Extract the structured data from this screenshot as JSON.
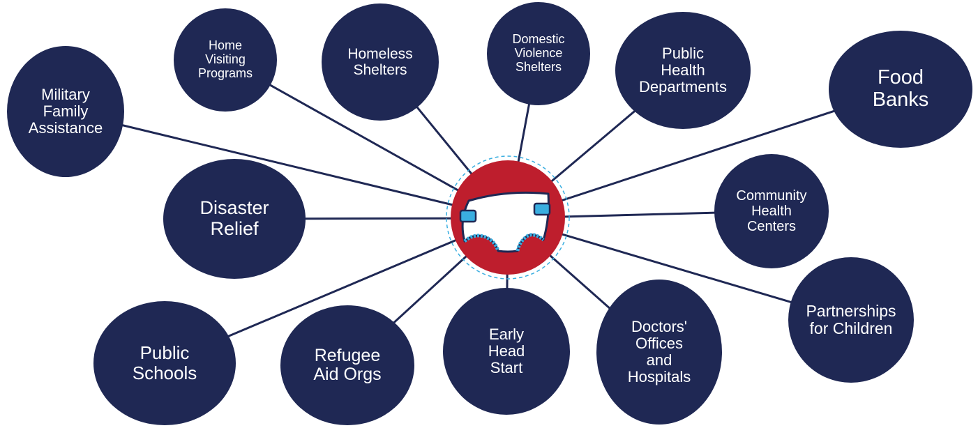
{
  "colors": {
    "node_fill": "#1f2854",
    "connector": "#1f2854",
    "hub_fill": "#be1e2d",
    "hub_ring": "#3aaee0",
    "diaper_fill": "#ffffff",
    "diaper_tab": "#3aaee0"
  },
  "hub": {
    "icon": "diaper-icon"
  },
  "nodes": [
    {
      "id": "military-family-assistance",
      "lines": [
        "Military",
        "Family",
        "Assistance"
      ]
    },
    {
      "id": "home-visiting-programs",
      "lines": [
        "Home",
        "Visiting",
        "Programs"
      ]
    },
    {
      "id": "homeless-shelters",
      "lines": [
        "Homeless",
        "Shelters"
      ]
    },
    {
      "id": "domestic-violence-shelters",
      "lines": [
        "Domestic",
        "Violence",
        "Shelters"
      ]
    },
    {
      "id": "public-health-departments",
      "lines": [
        "Public",
        "Health",
        "Departments"
      ]
    },
    {
      "id": "food-banks",
      "lines": [
        "Food",
        "Banks"
      ]
    },
    {
      "id": "community-health-centers",
      "lines": [
        "Community",
        "Health",
        "Centers"
      ]
    },
    {
      "id": "partnerships-for-children",
      "lines": [
        "Partnerships",
        "for Children"
      ]
    },
    {
      "id": "doctors-offices-hospitals",
      "lines": [
        "Doctors'",
        "Offices",
        "and",
        "Hospitals"
      ]
    },
    {
      "id": "early-head-start",
      "lines": [
        "Early",
        "Head",
        "Start"
      ]
    },
    {
      "id": "refugee-aid-orgs",
      "lines": [
        "Refugee",
        "Aid Orgs"
      ]
    },
    {
      "id": "public-schools",
      "lines": [
        "Public",
        "Schools"
      ]
    },
    {
      "id": "disaster-relief",
      "lines": [
        "Disaster",
        "Relief"
      ]
    }
  ]
}
